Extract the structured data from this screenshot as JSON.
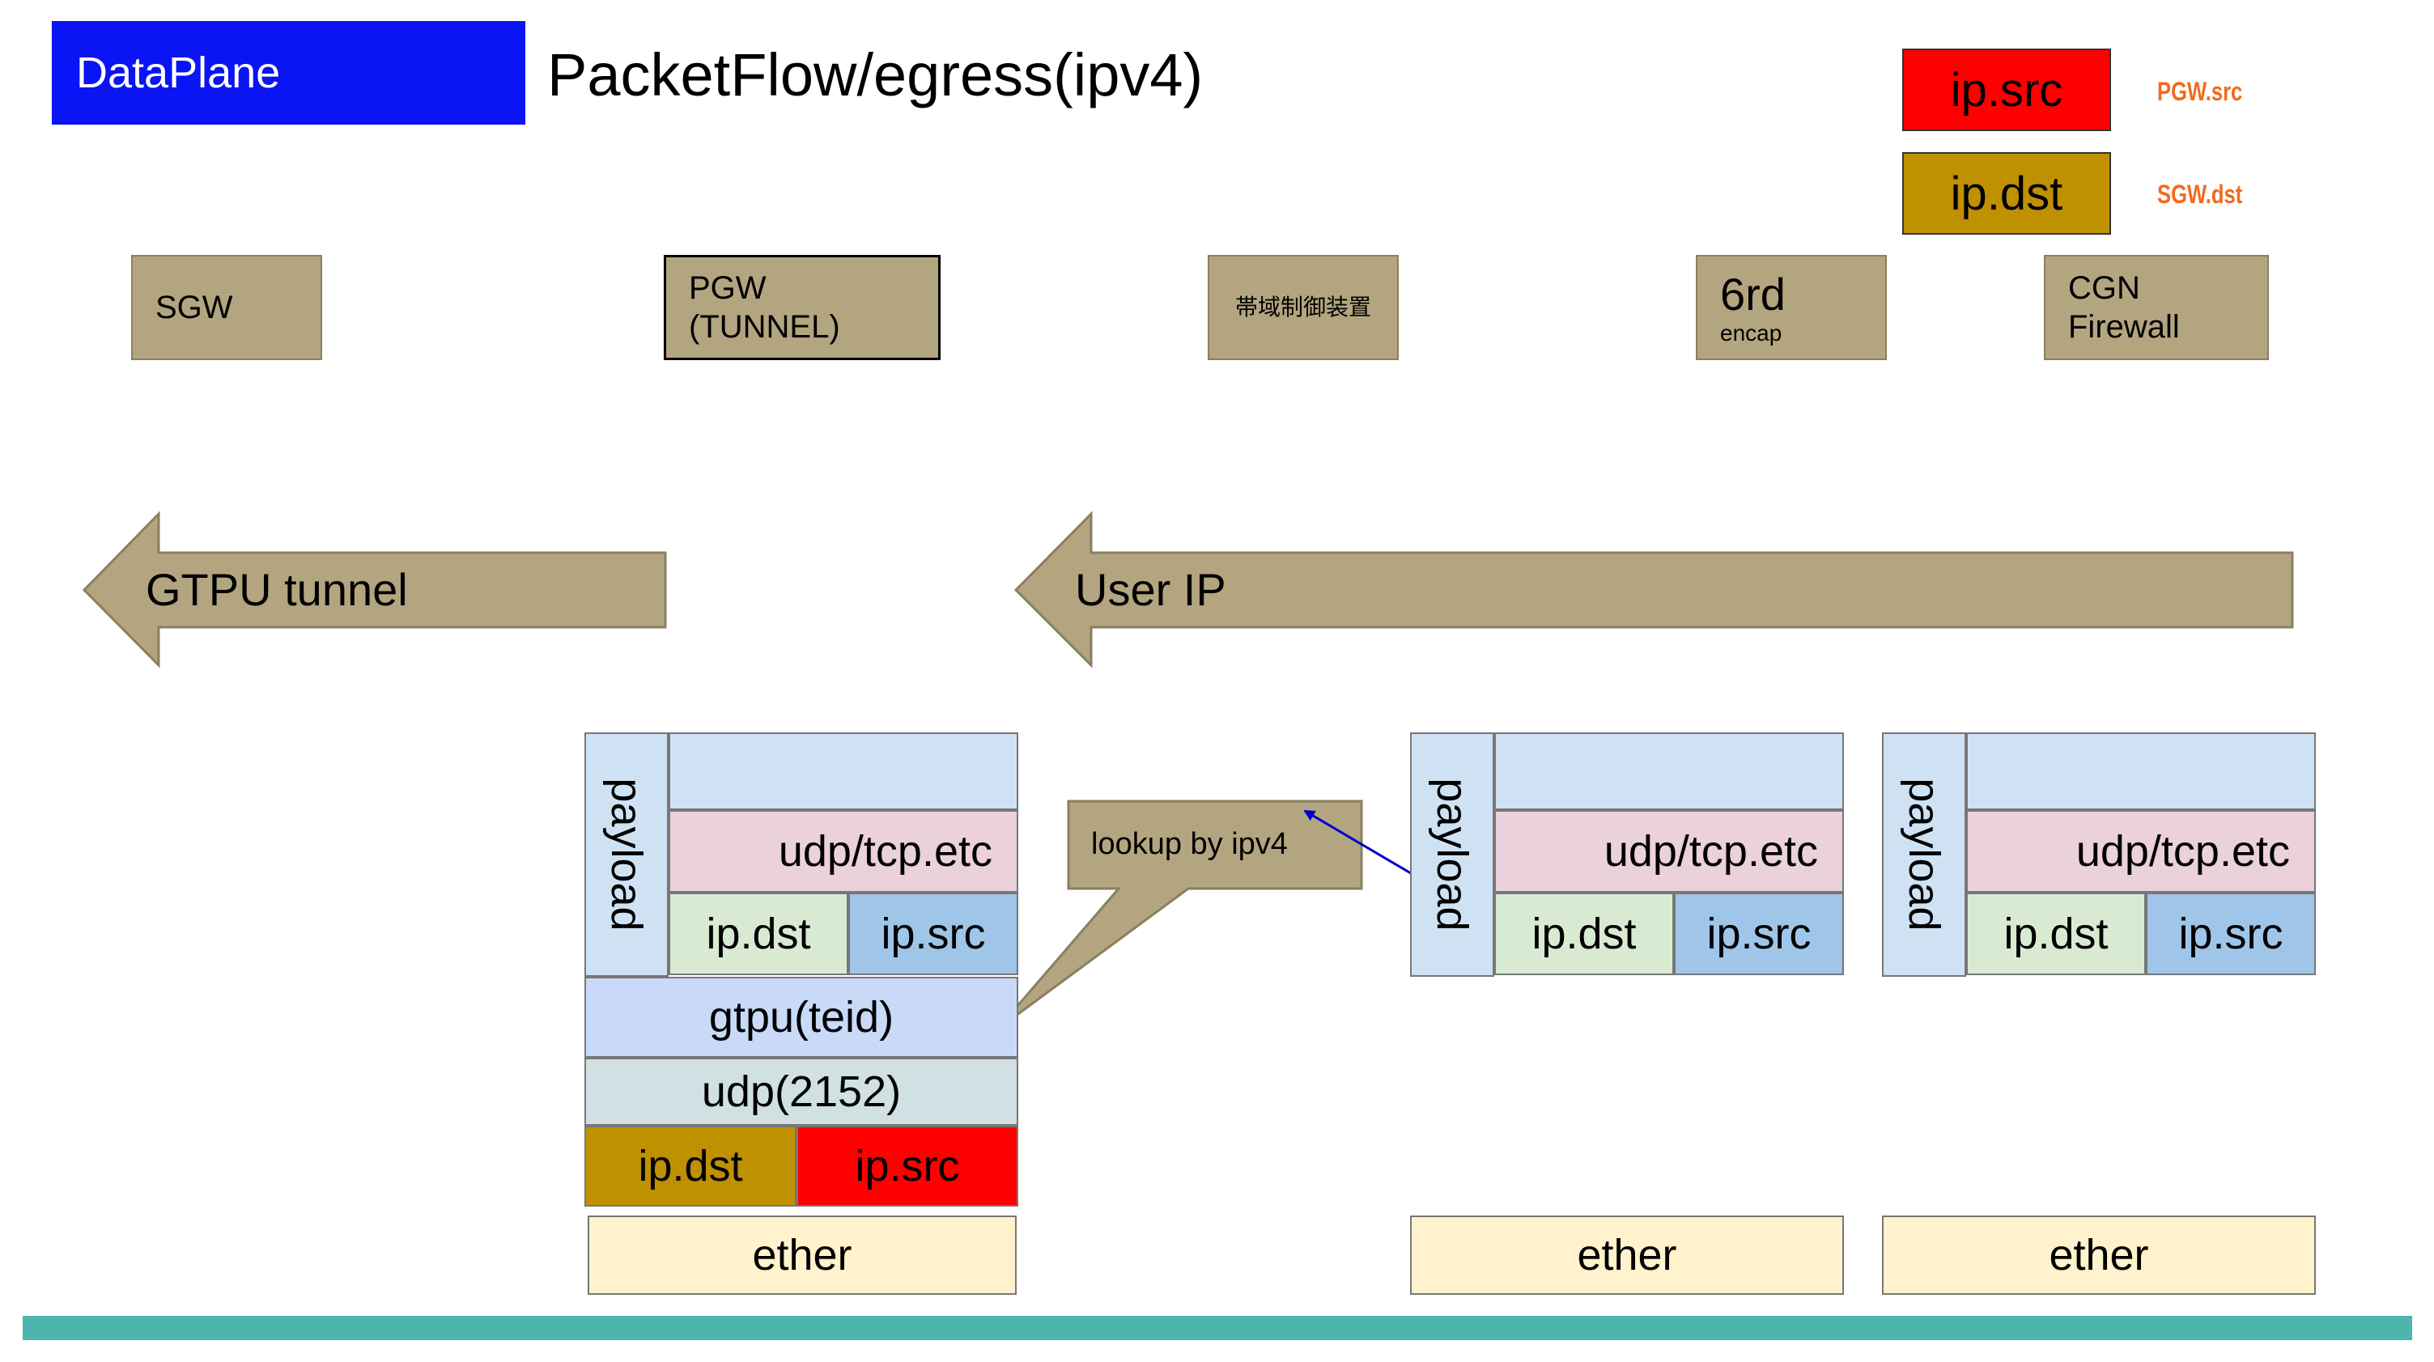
{
  "header": {
    "badge": "DataPlane",
    "title": "PacketFlow/egress(ipv4)"
  },
  "legend": {
    "src_label": "ip.src",
    "src_note": "PGW.src",
    "dst_label": "ip.dst",
    "dst_note": "SGW.dst",
    "src_color": "#ff0000",
    "dst_color": "#bf9000",
    "note_color": "#f26b1d"
  },
  "nodes": {
    "sgw": "SGW",
    "pgw_line1": "PGW",
    "pgw_line2": "(TUNNEL)",
    "bw": "帯域制御装置",
    "sixrd_main": "6rd",
    "sixrd_sub": "encap",
    "cgn_line1": "CGN",
    "cgn_line2": "Firewall"
  },
  "arrows": {
    "gtpu": "GTPU tunnel",
    "userip": "User IP"
  },
  "callout": "lookup by ipv4",
  "packets": {
    "payload": "payload",
    "proto": "udp/tcp.etc",
    "ip_dst": "ip.dst",
    "ip_src": "ip.src",
    "gtpu": "gtpu(teid)",
    "udp": "udp(2152)",
    "ether": "ether"
  },
  "colors": {
    "badge_bg": "#0a14f5",
    "node_fill": "#b3a57f",
    "footer_bar": "#4db6ac"
  }
}
